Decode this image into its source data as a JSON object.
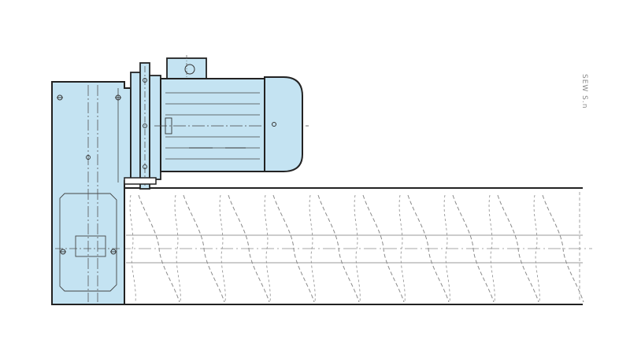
{
  "diagram": {
    "margin_note": "SEW S.n",
    "flight_count": 10,
    "colors": {
      "housing_fill": "#c4e3f2",
      "outline": "#222222",
      "thin_line": "#333333",
      "flight_line": "#8a8a8a",
      "background": "#ffffff"
    },
    "icons": {
      "drive": "gear-motor-shape",
      "conveyor": "screw-conveyor-shape"
    }
  }
}
